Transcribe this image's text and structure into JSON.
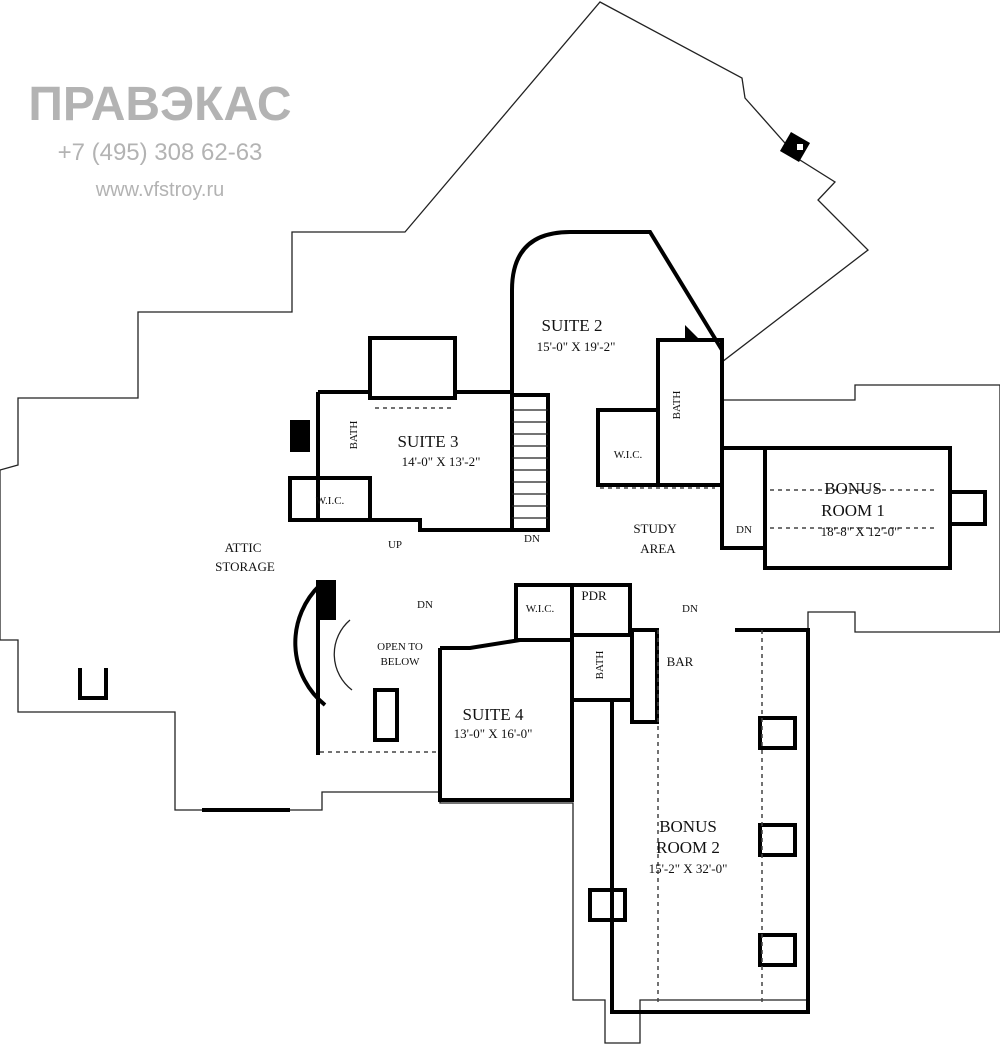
{
  "rooms": {
    "suite2": {
      "name": "SUITE 2",
      "dims": "15'-0\" X 19'-2\""
    },
    "suite3": {
      "name": "SUITE 3",
      "dims": "14'-0\" X 13'-2\""
    },
    "suite4": {
      "name": "SUITE 4",
      "dims": "13'-0\" X 16'-0\""
    },
    "bonus1": {
      "name1": "BONUS",
      "name2": "ROOM 1",
      "dims": "18'-8\" X 12'-0\""
    },
    "bonus2": {
      "name1": "BONUS",
      "name2": "ROOM 2",
      "dims": "15'-2\" X 32'-0\""
    },
    "study": {
      "name1": "STUDY",
      "name2": "AREA"
    },
    "attic": {
      "name1": "ATTIC",
      "name2": "STORAGE"
    },
    "open": {
      "name1": "OPEN TO",
      "name2": "BELOW"
    },
    "bar": "BAR",
    "pdr": "PDR",
    "bath": "BATH",
    "wic": "W.I.C.",
    "dn": "DN",
    "up": "UP"
  },
  "watermark": {
    "logo": "ПРАВЭКАС",
    "phone": "+7 (495) 308 62-63",
    "url": "www.vfstroy.ru"
  }
}
